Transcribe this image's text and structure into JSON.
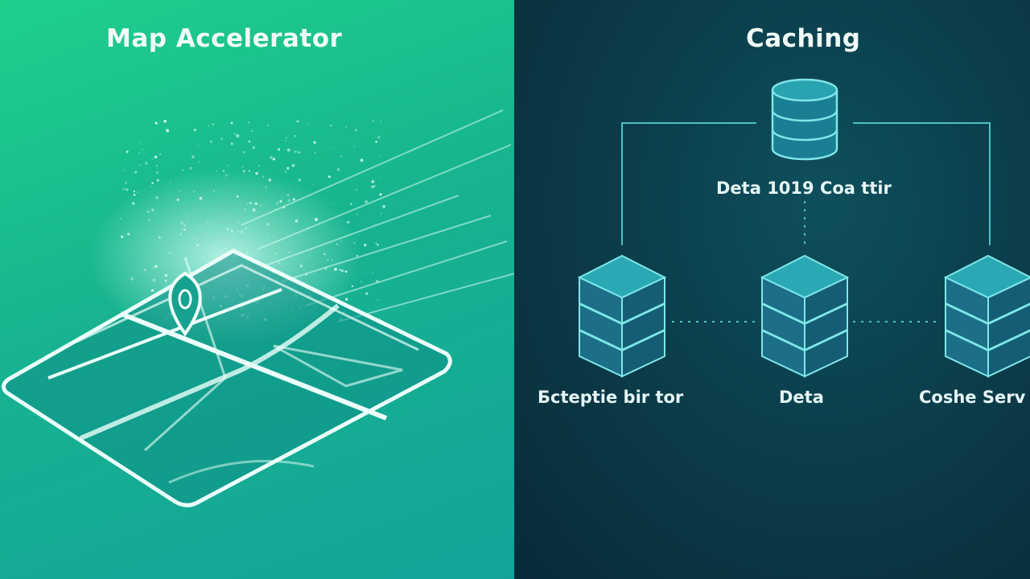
{
  "left_panel": {
    "title": "Map Accelerator",
    "icons": [
      "map-tablet-icon",
      "location-pin-icon",
      "speed-lines-icon"
    ]
  },
  "right_panel": {
    "title": "Caching",
    "database_label": "Deta 1019 Coa ttir",
    "nodes": [
      {
        "label": "Бcteptie bir tor"
      },
      {
        "label": "Deta"
      },
      {
        "label": "Coshe Serv"
      }
    ]
  },
  "colors": {
    "left_bg": "#1fcf8c",
    "right_bg": "#0b3a48",
    "accent": "#5fd3d6"
  }
}
